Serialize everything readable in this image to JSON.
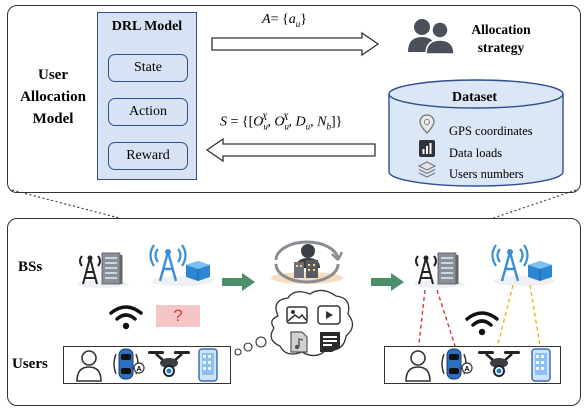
{
  "top": {
    "model_title": [
      "User",
      "Allocation",
      "Model"
    ],
    "drl": {
      "title": "DRL Model",
      "items": [
        "State",
        "Action",
        "Reward"
      ]
    },
    "action_formula": "A= {a_u}",
    "state_formula": "S = {[O_u^X, O_u^X, D_u, N_b]}",
    "allocation": [
      "Allocation",
      "strategy"
    ],
    "dataset": {
      "title": "Dataset",
      "items": [
        {
          "icon": "location-pin-icon",
          "label": "GPS coordinates"
        },
        {
          "icon": "bar-chart-icon",
          "label": "Data loads"
        },
        {
          "icon": "layers-icon",
          "label": "Users numbers"
        }
      ]
    }
  },
  "bottom": {
    "bss_label": "BSs",
    "users_label": "Users",
    "unknown_mark": "?"
  },
  "colors": {
    "drl_fill": "#d7e3f4",
    "drl_border": "#2e4f8f",
    "dataset_fill": "#dbe6f6",
    "arrow_green": "#4e8f6b",
    "red_link": "#d63b3b",
    "yellow_link": "#f0b41c",
    "question_fill": "#f6c6c6"
  }
}
